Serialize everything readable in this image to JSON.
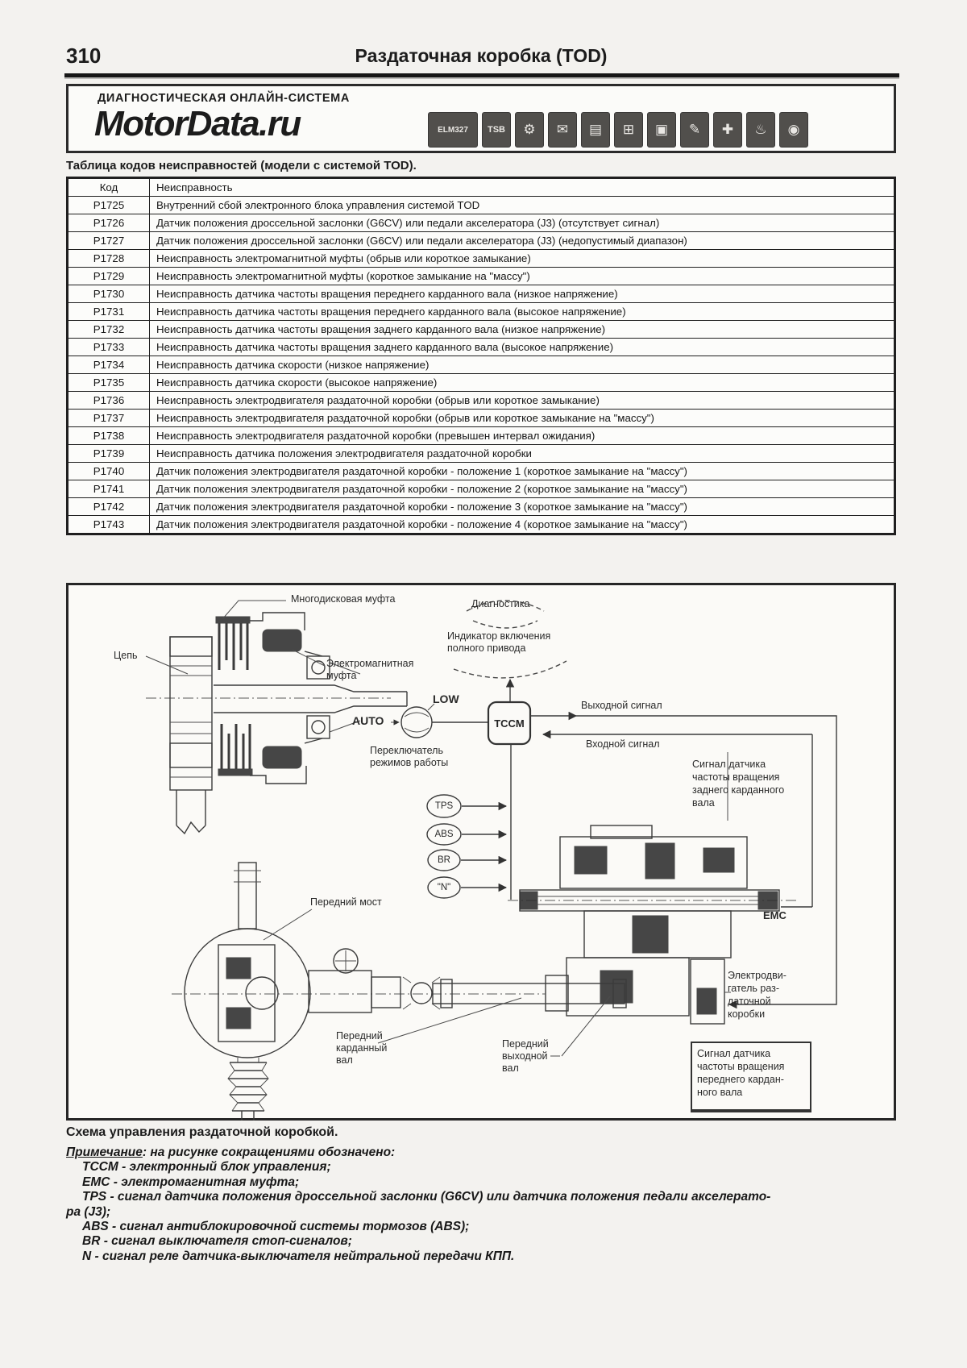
{
  "page": {
    "number": "310",
    "title": "Раздаточная коробка (TOD)"
  },
  "banner": {
    "subtitle": "ДИАГНОСТИЧЕСКАЯ ОНЛАЙН-СИСТЕМА",
    "brand": "MotorData.ru",
    "icons": [
      {
        "name": "elm327-adapter-icon",
        "glyph": "ELM327"
      },
      {
        "name": "tsb-bulletin-icon",
        "glyph": "TSB"
      },
      {
        "name": "moped-icon",
        "glyph": "⚙"
      },
      {
        "name": "chat-icon",
        "glyph": "✉"
      },
      {
        "name": "battery-icon",
        "glyph": "▤"
      },
      {
        "name": "engine-icon",
        "glyph": "⊞"
      },
      {
        "name": "tow-truck-icon",
        "glyph": "▣"
      },
      {
        "name": "inspection-doc-icon",
        "glyph": "✎"
      },
      {
        "name": "crane-icon",
        "glyph": "✚"
      },
      {
        "name": "oil-can-icon",
        "glyph": "♨"
      },
      {
        "name": "tire-icon",
        "glyph": "◉"
      }
    ]
  },
  "fault_table": {
    "title": "Таблица кодов неисправностей (модели с системой TOD).",
    "columns": [
      "Код",
      "Неисправность"
    ],
    "rows": [
      {
        "code": "P1725",
        "desc": "Внутренний сбой электронного блока управления системой TOD"
      },
      {
        "code": "P1726",
        "desc": "Датчик положения дроссельной заслонки (G6CV) или педали акселератора (J3) (отсутствует сигнал)"
      },
      {
        "code": "P1727",
        "desc": "Датчик положения дроссельной заслонки (G6CV) или педали акселератора (J3) (недопустимый диапазон)"
      },
      {
        "code": "P1728",
        "desc": "Неисправность электромагнитной муфты (обрыв или короткое замыкание)"
      },
      {
        "code": "P1729",
        "desc": "Неисправность электромагнитной муфты (короткое замыкание на \"массу\")"
      },
      {
        "code": "P1730",
        "desc": "Неисправность датчика частоты вращения переднего карданного вала (низкое напряжение)"
      },
      {
        "code": "P1731",
        "desc": "Неисправность датчика частоты вращения переднего карданного вала (высокое напряжение)"
      },
      {
        "code": "P1732",
        "desc": "Неисправность датчика частоты вращения заднего карданного вала (низкое напряжение)"
      },
      {
        "code": "P1733",
        "desc": "Неисправность датчика частоты вращения заднего карданного вала (высокое напряжение)"
      },
      {
        "code": "P1734",
        "desc": "Неисправность датчика скорости (низкое напряжение)"
      },
      {
        "code": "P1735",
        "desc": "Неисправность датчика скорости (высокое напряжение)"
      },
      {
        "code": "P1736",
        "desc": "Неисправность электродвигателя раздаточной коробки (обрыв или короткое замыкание)"
      },
      {
        "code": "P1737",
        "desc": "Неисправность электродвигателя раздаточной коробки (обрыв или короткое замыкание на \"массу\")"
      },
      {
        "code": "P1738",
        "desc": "Неисправность электродвигателя раздаточной коробки (превышен интервал ожидания)"
      },
      {
        "code": "P1739",
        "desc": "Неисправность датчика положения электродвигателя раздаточной коробки"
      },
      {
        "code": "P1740",
        "desc": "Датчик положения электродвигателя раздаточной коробки - положение 1 (короткое замыкание на \"массу\")"
      },
      {
        "code": "P1741",
        "desc": "Датчик положения электродвигателя раздаточной коробки - положение 2 (короткое замыкание на \"массу\")"
      },
      {
        "code": "P1742",
        "desc": "Датчик положения электродвигателя раздаточной коробки - положение 3 (короткое замыкание на \"массу\")"
      },
      {
        "code": "P1743",
        "desc": "Датчик положения электродвигателя раздаточной коробки - положение 4 (короткое замыкание на \"массу\")"
      }
    ]
  },
  "diagram": {
    "labels": {
      "multi_disc_clutch": "Многодисковая муфта",
      "chain": "Цепь",
      "em_clutch": "Электромагнитная\nмуфта",
      "diagnostics": "Диагностика",
      "awd_indicator": "Индикатор включения\nполного привода",
      "auto": "AUTO",
      "low": "LOW",
      "mode_switch": "Переключатель\nрежимов работы",
      "tccm": "TCCM",
      "output_signal": "Выходной сигнал",
      "input_signal": "Входной сигнал",
      "tps": "TPS",
      "abs": "ABS",
      "br": "BR",
      "n": "\"N\"",
      "rear_shaft_sensor": "Сигнал датчика\nчастоты вращения\nзаднего карданного\nвала",
      "emc": "EMC",
      "front_axle": "Передний мост",
      "front_prop_shaft": "Передний\nкарданный\nвал",
      "front_output_shaft": "Передний\nвыходной\nвал",
      "tc_motor": "Электродви-\nгатель раз-\nдаточной\nкоробки",
      "front_shaft_sensor": "Сигнал датчика\nчастоты вращения\nпереднего кардан-\nного вала"
    }
  },
  "caption": "Схема управления раздаточной коробкой.",
  "notes": {
    "heading": "Примечание",
    "heading_rest": ": на рисунке сокращениями обозначено:",
    "items": [
      "ТССМ - электронный блок управления;",
      "ЕМС - электромагнитная муфта;",
      "TPS - сигнал датчика положения дроссельной заслонки (G6CV) или датчика положения педали акселерато-\nра (J3);",
      "ABS - сигнал антиблокировочной системы тормозов (ABS);",
      "BR - сигнал выключателя стоп-сигналов;",
      "N - сигнал реле датчика-выключателя нейтральной передачи КПП."
    ]
  }
}
